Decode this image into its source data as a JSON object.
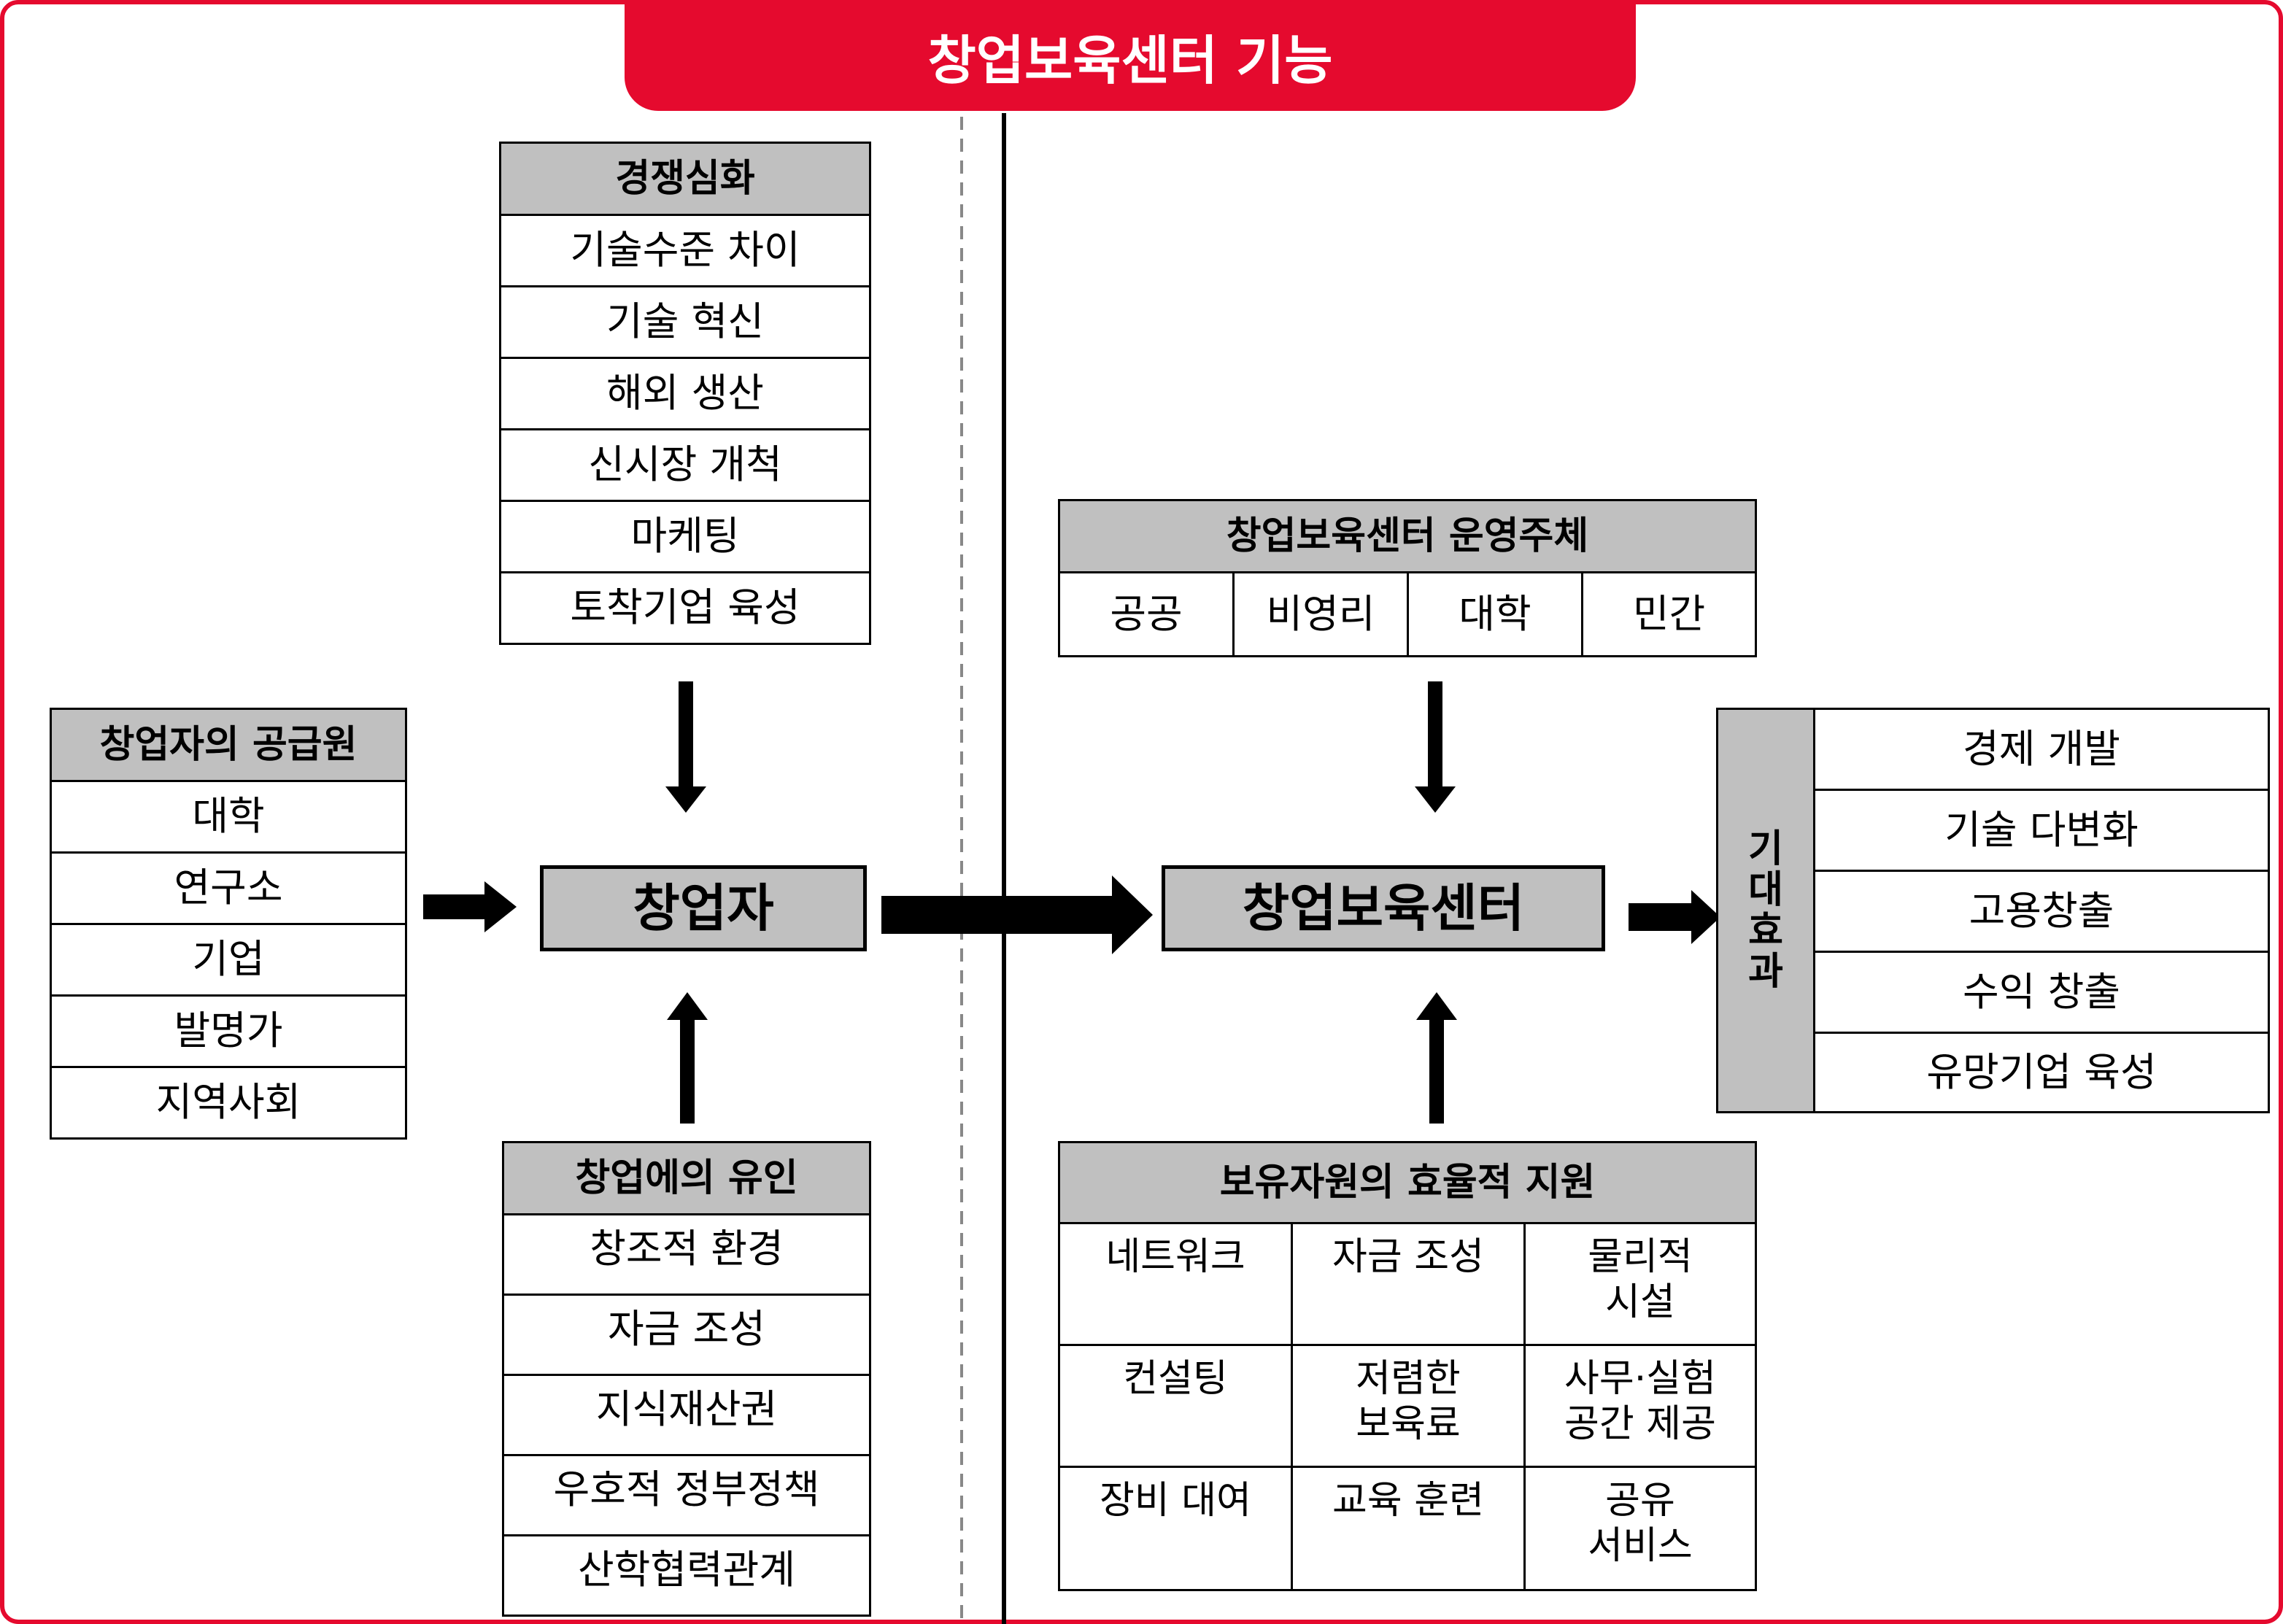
{
  "title": "창업보육센터 기능",
  "colors": {
    "accent": "#e50a2e",
    "header_fill": "#c0c0c0",
    "line": "#000000"
  },
  "competition": {
    "header": "경쟁심화",
    "items": [
      "기술수준 차이",
      "기술 혁신",
      "해외 생산",
      "신시장 개척",
      "마케팅",
      "토착기업 육성"
    ]
  },
  "supply": {
    "header": "창업자의 공급원",
    "items": [
      "대학",
      "연구소",
      "기업",
      "발명가",
      "지역사회"
    ]
  },
  "founder": "창업자",
  "inducement": {
    "header": "창업에의 유인",
    "items": [
      "창조적 환경",
      "자금 조성",
      "지식재산권",
      "우호적 정부정책",
      "산학협력관계"
    ]
  },
  "operators": {
    "header": "창업보육센터 운영주체",
    "items": [
      "공공",
      "비영리",
      "대학",
      "민간"
    ]
  },
  "center": "창업보육센터",
  "resources": {
    "header": "보유자원의 효율적 지원",
    "rows": [
      [
        "네트워크",
        "자금 조성",
        "물리적\n시설"
      ],
      [
        "컨설팅",
        "저렴한\n보육료",
        "사무·실험\n공간 제공"
      ],
      [
        "장비 대여",
        "교육 훈련",
        "공유\n서비스"
      ]
    ]
  },
  "effects": {
    "label": "기\n대\n효\n과",
    "items": [
      "경제 개발",
      "기술 다변화",
      "고용창출",
      "수익 창출",
      "유망기업 육성"
    ]
  }
}
